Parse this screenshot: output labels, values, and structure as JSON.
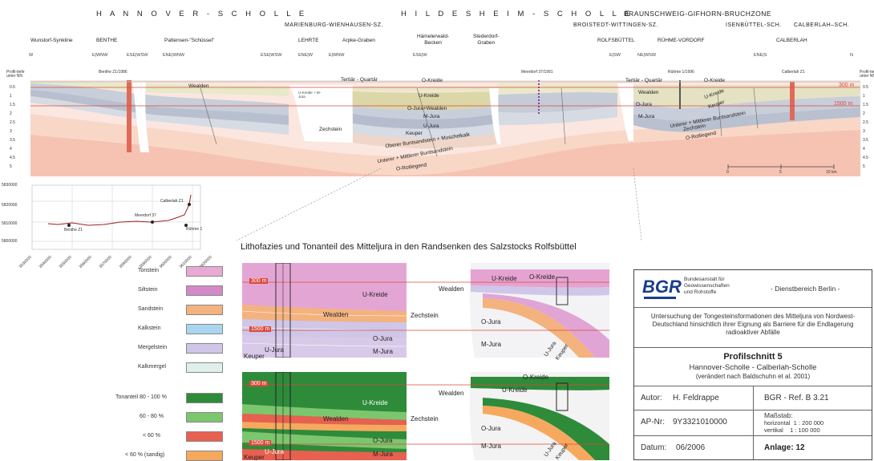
{
  "header": {
    "regions": {
      "hannover": "H A N N O V E R - S C H O L L E",
      "hildesheim": "H I L D E S H E I M - S C H O L L E",
      "braunschweig": "BRAUNSCHWEIG-GIFHORN-BRUCHZONE",
      "marienburg": "MARIENBURG-WIENHAUSEN-SZ.",
      "broistedt": "BROISTEDT-WITTINGEN-SZ.",
      "isenbuettel": "ISENBÜTTEL-SCH.",
      "calberlah_sch": "CALBERLAH–SCH."
    },
    "locations": {
      "wunstorf": "Wunstorf-Synkline",
      "benthe": "BENTHE",
      "pattensen": "Pattensen-\"Schüssel\"",
      "lehrte": "LEHRTE",
      "arpke": "Arpke-Graben",
      "haemelerwald": "Hämelerwald-\nBecken",
      "stederdorf": "Stederdorf-\nGraben",
      "rolfsbuettel": "ROLFSBÜTTEL",
      "ruehme": "RÜHME-VORDORF",
      "calberlah": "CALBERLAH"
    },
    "directions": {
      "w": "W",
      "e_wnw": "E|WNW",
      "ese_wsw": "ESE|WSW",
      "ene_wnw": "ENE|WNW",
      "ese_wsw2": "ESE|WSW",
      "ene_w": "ENE|W",
      "e_wnw2": "E|WNW",
      "ese_w": "ESE|W",
      "e_sw": "E|SW",
      "ne_wsw": "NE|WSW",
      "ene_s": "ENE|S",
      "n": "N"
    }
  },
  "cross_section": {
    "well_labels": {
      "benthe": "Benthe Z1/1986",
      "meerdorf": "Meerdorf 37/1991",
      "ruehme": "Rühme 1/1996",
      "calberlah": "Calberlah Z1"
    },
    "axis_left_title": "Profil-tiefe\nunter NN",
    "axis_right_title": "Profil-tiefe\nunter NN",
    "depth_ticks": [
      "0.5",
      "1",
      "1.5",
      "2",
      "2.5",
      "3",
      "3.5",
      "4",
      "4.5",
      "5"
    ],
    "depth_300": "300 m",
    "depth_1500": "1500 m",
    "units": {
      "wealden_w": "Wealden",
      "tertiaer": "Tertiär - Quartär",
      "okreide": "O-Kreide",
      "ukreide": "U-Kreide",
      "ojura_wealden": "O-Jura+Wealden",
      "mjura": "M-Jura",
      "ujura": "U-Jura",
      "keuper": "Keuper",
      "zechstein": "Zechstein",
      "oberer_bunt": "Oberer Buntsandstein + Muschelkalk",
      "unterer_bunt": "Unterer + Mittlerer Buntsandstein",
      "orotliegend": "O-Rotliegend",
      "tertiaer_quartaer_e": "Tertiär - Quartär",
      "okreide_e": "O-Kreide",
      "wealden_e": "Wealden",
      "ukreide_e": "U-Kreide",
      "ojura_e": "O-Jura",
      "keuper_e": "Keuper",
      "mjura_e": "M-Jura",
      "unterer_e": "Unterer + Mittlerer Buntsandstein",
      "zechstein_e": "Zechstein",
      "orotliegend_e": "O-Rotliegend",
      "salt_note": "U-Kreide + M-Jura"
    },
    "scale_labels": [
      "0",
      "5",
      "10 km"
    ]
  },
  "location_map": {
    "y_ticks": [
      "5830000",
      "5820000",
      "5810000",
      "5800000"
    ],
    "x_ticks": [
      "3530000",
      "3540000",
      "3550000",
      "3560000",
      "3570000",
      "3580000",
      "3590000",
      "3600000",
      "3610000",
      "3620000"
    ],
    "wells": {
      "benthe": "Benthe Z1",
      "meerdorf": "Meerdorf 37",
      "calberlah": "Calberlah Z1",
      "ruehme": "Rühme 1"
    }
  },
  "detail": {
    "title": "Lithofazies und Tonanteil des Mitteljura in den Randsenken des Salzstocks Rolfsbüttel",
    "depth_300": "300 m",
    "depth_1500": "1500 m",
    "top": {
      "ukreide": "U-Kreide",
      "wealden": "Wealden",
      "ojura": "O-Jura",
      "mjura": "M-Jura",
      "ujura": "U-Jura",
      "keuper": "Keuper",
      "zechstein": "Zechstein",
      "wealden_r": "Wealden",
      "ukreide_r": "U-Kreide",
      "okreide_r": "O-Kreide",
      "ojura_r": "O-Jura",
      "mjura_r": "M-Jura",
      "ujura_r": "U-Jura",
      "keuper_r": "Keuper"
    },
    "bottom": {
      "ukreide": "U-Kreide",
      "wealden": "Wealden",
      "ojura": "O-Jura",
      "mjura": "M-Jura",
      "ujura": "U-Jura",
      "keuper": "Keuper",
      "zechstein": "Zechstein",
      "wealden_r": "Wealden",
      "ukreide_r": "U-Kreide",
      "okreide_r": "O-Kreide",
      "ojura_r": "O-Jura",
      "mjura_r": "M-Jura",
      "ujura_r": "U-Jura",
      "keuper_r": "Keuper"
    }
  },
  "legend": {
    "lithology": [
      {
        "label": "Tonstein",
        "color": "#e8aad4"
      },
      {
        "label": "Siltstein",
        "color": "#d389c8"
      },
      {
        "label": "Sandstein",
        "color": "#f4b27e"
      },
      {
        "label": "Kalkstein",
        "color": "#a9d6ee"
      },
      {
        "label": "Mergelstein",
        "color": "#cfc6e8"
      },
      {
        "label": "Kalkmergel",
        "color": "#dff0ea"
      }
    ],
    "clay": [
      {
        "label": "Tonanteil 80 - 100 %",
        "color": "#2e8b3a"
      },
      {
        "label": "60 - 80 %",
        "color": "#7cc66e"
      },
      {
        "label": "< 60 %",
        "color": "#e8604f"
      },
      {
        "label": "< 60 % (sandig)",
        "color": "#f6a95e"
      }
    ]
  },
  "title_block": {
    "logo": "BGR",
    "institution": "Bundesanstalt für\nGeowissenschaften\nund Rohstoffe",
    "branch": "- Dienstbereich Berlin -",
    "study": "Untersuchung der Tongesteinsformationen des Mitteljura von Nordwest-Deutschland hinsichtlich ihrer Eignung als Barriere für die Endlagerung radioaktiver Abfälle",
    "profile_title": "Profilschnitt 5",
    "profile_sub": "Hannover-Scholle - Calberlah-Scholle",
    "profile_note": "(verändert nach Baldschuhn et al. 2001)",
    "author_label": "Autor:",
    "author": "H. Feldrappe",
    "ref": "BGR - Ref. B 3.21",
    "ap_label": "AP-Nr:",
    "ap": "9Y3321010000",
    "scale_title": "Maßstab:",
    "scale_h": "horizontal  1 : 200 000",
    "scale_v": "vertikal    1 : 100 000",
    "date_label": "Datum:",
    "date": "06/2006",
    "anlage": "Anlage: 12"
  }
}
